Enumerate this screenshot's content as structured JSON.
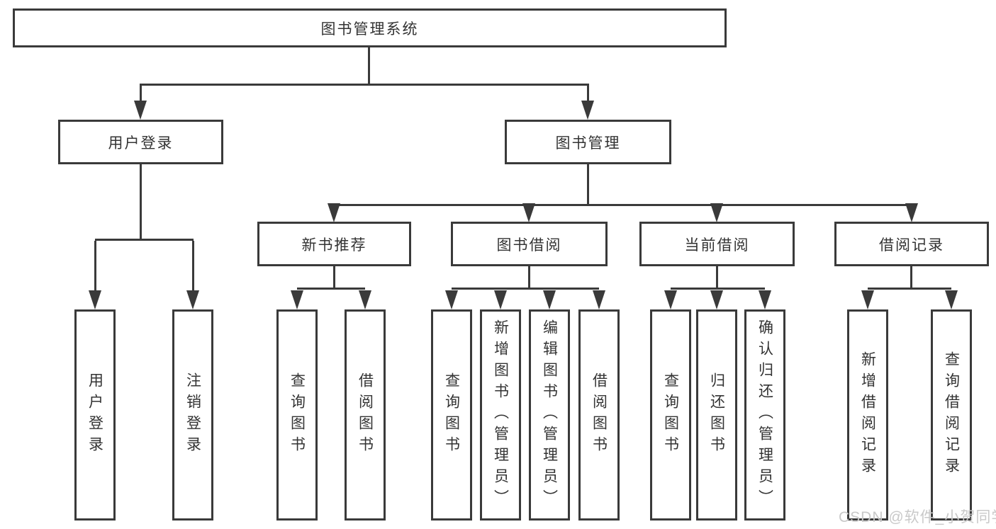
{
  "diagram": {
    "root": {
      "label": "图书管理系统"
    },
    "branches": [
      {
        "label": "用户登录",
        "leaves": [
          "用户登录",
          "注销登录"
        ]
      },
      {
        "label": "图书管理",
        "groups": [
          {
            "label": "新书推荐",
            "leaves": [
              "查询图书",
              "借阅图书"
            ]
          },
          {
            "label": "图书借阅",
            "leaves": [
              "查询图书",
              "新增图书（管理员）",
              "编辑图书（管理员）",
              "借阅图书"
            ]
          },
          {
            "label": "当前借阅",
            "leaves": [
              "查询图书",
              "归还图书",
              "确认归还（管理员）"
            ]
          },
          {
            "label": "借阅记录",
            "leaves": [
              "新增借阅记录",
              "查询借阅记录"
            ]
          }
        ]
      }
    ]
  },
  "watermark": "CSDN @软件_小贺同学",
  "colors": {
    "line": "#3a3a3a",
    "text": "#333333",
    "watermark": "#c9c9c9",
    "background": "#ffffff"
  }
}
